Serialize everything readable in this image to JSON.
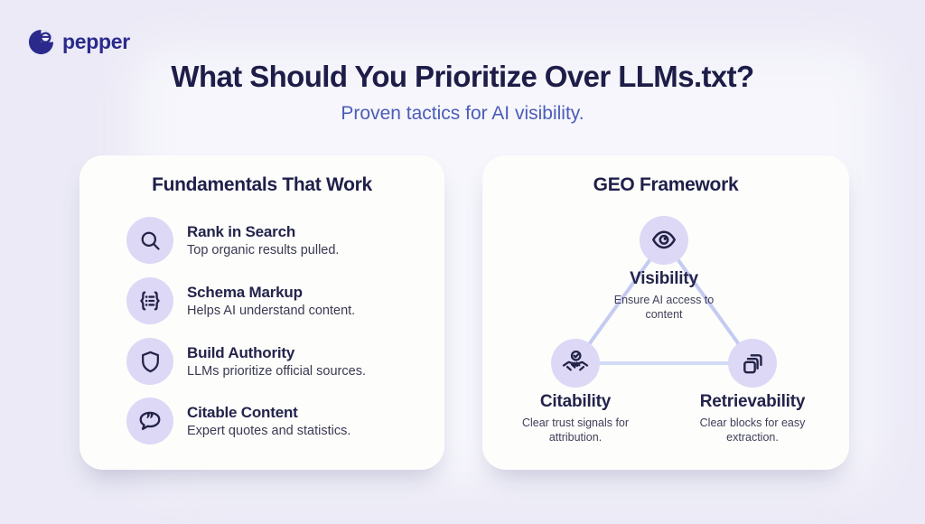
{
  "brand": {
    "name": "pepper",
    "color": "#2b2a8c"
  },
  "header": {
    "title": "What Should You Prioritize Over LLMs.txt?",
    "subtitle": "Proven tactics for AI visibility."
  },
  "left_card": {
    "title": "Fundamentals That Work",
    "items": [
      {
        "icon": "search-icon",
        "title": "Rank in Search",
        "description": "Top organic results pulled."
      },
      {
        "icon": "schema-icon",
        "title": "Schema Markup",
        "description": "Helps AI understand content."
      },
      {
        "icon": "shield-icon",
        "title": "Build Authority",
        "description": "LLMs prioritize official sources."
      },
      {
        "icon": "quote-bubble-icon",
        "title": "Citable Content",
        "description": "Expert quotes and statistics."
      }
    ]
  },
  "right_card": {
    "title": "GEO Framework",
    "nodes": [
      {
        "icon": "eye-icon",
        "title": "Visibility",
        "description": "Ensure AI access to content"
      },
      {
        "icon": "handshake-icon",
        "title": "Citability",
        "description": "Clear trust signals for attribution."
      },
      {
        "icon": "layers-icon",
        "title": "Retrievability",
        "description": "Clear blocks for easy extraction."
      }
    ]
  },
  "colors": {
    "background": "#ebeaf6",
    "card": "#fdfdfb",
    "icon_circle": "#ddd8f6",
    "heading_text": "#1d1d48",
    "body_text": "#3a3a52",
    "subtitle_blue": "#4c5cb8",
    "brand_indigo": "#2b2a8c",
    "triangle_line": "#c5cbf0"
  }
}
